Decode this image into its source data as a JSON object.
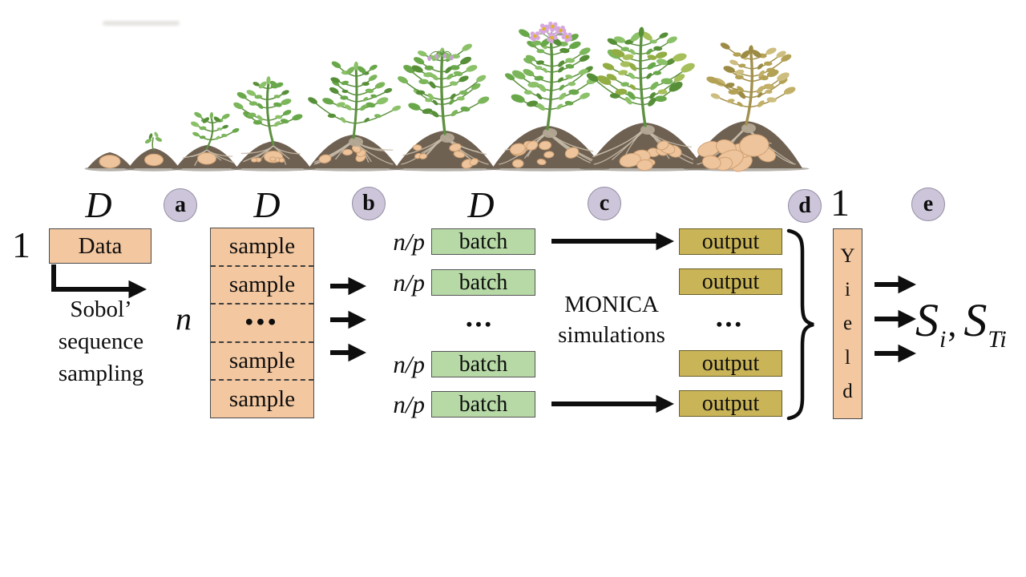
{
  "figure": {
    "badges": {
      "a": "a",
      "b": "b",
      "c": "c",
      "d": "d",
      "e": "e"
    },
    "data_col": {
      "dim": "D",
      "count": "1",
      "box_label": "Data",
      "caption": [
        "Sobol’",
        "sequence",
        "sampling"
      ]
    },
    "sample_col": {
      "dim": "D",
      "count": "n",
      "rows": [
        "sample",
        "sample",
        "•••",
        "sample",
        "sample"
      ]
    },
    "batch_col": {
      "dim": "D",
      "ratio": "n/p",
      "rows": [
        "batch",
        "batch",
        "•••",
        "batch",
        "batch"
      ]
    },
    "monica": {
      "line1": "MONICA",
      "line2": "simulations"
    },
    "output_col": {
      "rows": [
        "output",
        "output",
        "•••",
        "output",
        "output"
      ]
    },
    "yield_col": {
      "count": "1",
      "letters": [
        "Y",
        "i",
        "e",
        "l",
        "d"
      ]
    },
    "result": {
      "s": "S",
      "sub_i": "i",
      "comma": ",",
      "sub_ti": "Ti"
    }
  }
}
